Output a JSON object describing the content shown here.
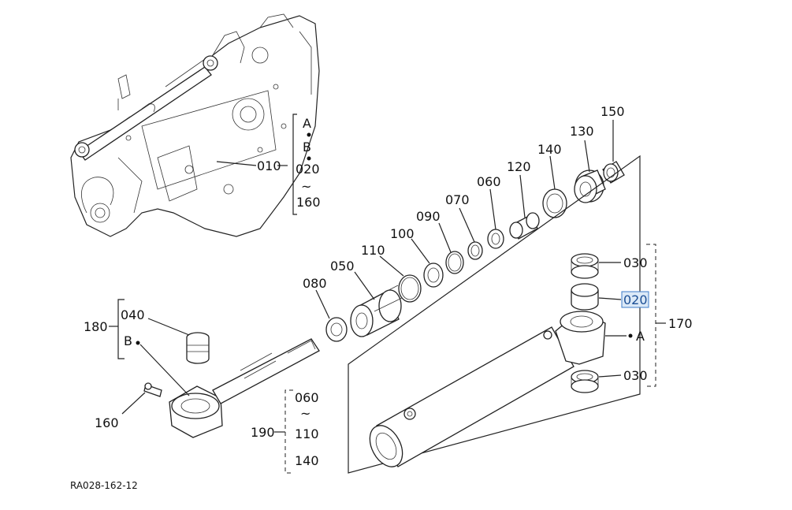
{
  "callouts": {
    "c010": "010",
    "c020_top": "020",
    "c160_top": "160",
    "cA_top": "A",
    "cB_top": "B",
    "tilde_top": "~",
    "c150": "150",
    "c130": "130",
    "c140_top": "140",
    "c120": "120",
    "c060_top": "060",
    "c070": "070",
    "c090": "090",
    "c100": "100",
    "c110_top": "110",
    "c050": "050",
    "c080": "080",
    "c030_top": "030",
    "c020_selected": "020",
    "c170": "170",
    "cA_cyl": "A",
    "c030_bottom": "030",
    "c180": "180",
    "c040": "040",
    "cB_left": "B",
    "c160_left": "160",
    "c190": "190",
    "c060_bottom": "060",
    "tilde_bottom": "~",
    "c110_bottom": "110",
    "c140_bottom": "140"
  },
  "footer": {
    "drawing_id": "RA028-162-12"
  },
  "colors": {
    "selection_fill": "#dbe9f7",
    "selection_border": "#3d7cc9",
    "line": "#222222"
  }
}
